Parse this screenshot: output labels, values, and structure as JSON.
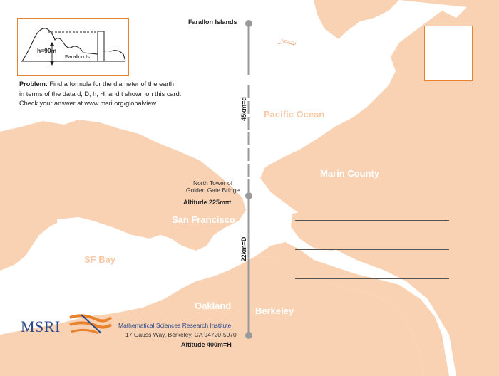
{
  "inset": {
    "height_label": "h=90m",
    "island_label": "Farallon Is."
  },
  "problem": {
    "lead": "Problem:",
    "line1": " Find a formula for the diameter of the earth",
    "line2": "in terms of the data d, D, h, H, and t shown on this card.",
    "line3": "Check your answer at www.msri.org/globalview"
  },
  "markers": {
    "farallon": "Farallon Islands",
    "tower_line1": "North Tower of",
    "tower_line2": "Golden Gate Bridge",
    "tower_altitude": "Altitude 225m=t",
    "berkeley_altitude": "Altitude 400m=H",
    "distance_d": "45km=d",
    "distance_D": "22km=D"
  },
  "places": {
    "pacific": "Pacific Ocean",
    "marin": "Marin County",
    "sf": "San Francisco",
    "sfbay": "SF Bay",
    "oakland": "Oakland",
    "berkeley": "Berkeley",
    "north": "NORTH"
  },
  "institute": {
    "logo": "MSRI",
    "name": "Mathematical Sciences Research Institute",
    "address": "17 Gauss Way, Berkeley, CA 94720-5070"
  },
  "colors": {
    "land": "#f9d2b4",
    "accent": "#e8822c",
    "marker": "#9a9a9a",
    "logo_blue": "#2b4a8c"
  }
}
